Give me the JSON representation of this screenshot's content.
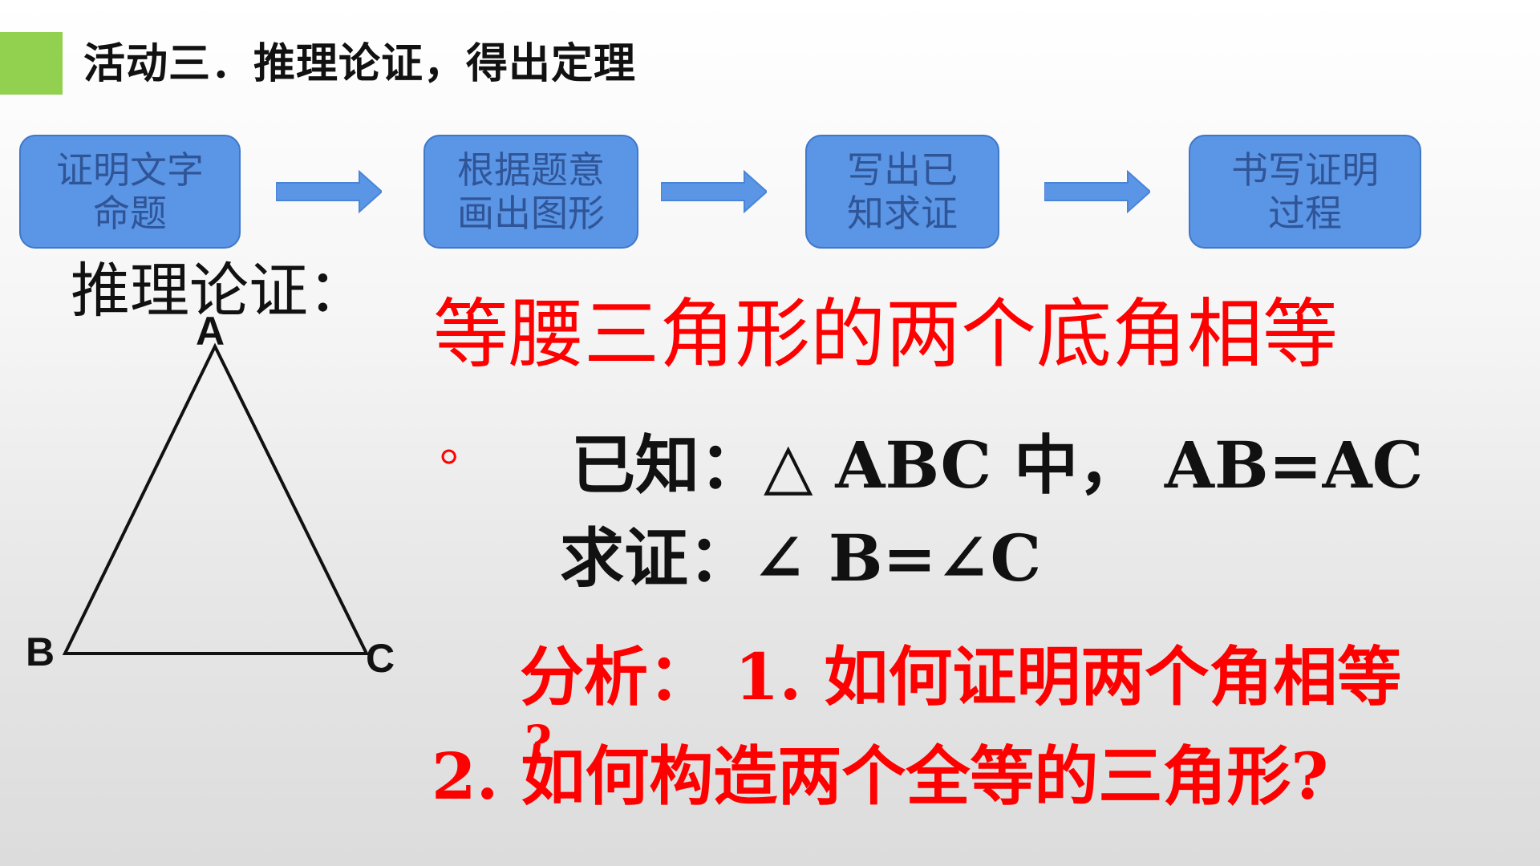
{
  "slide": {
    "title": "活动三．推理论证，得出定理"
  },
  "steps": [
    {
      "line1": "证明文字",
      "line2": "命题"
    },
    {
      "line1": "根据题意",
      "line2": "画出图形"
    },
    {
      "line1": "写出已",
      "line2": "知求证"
    },
    {
      "line1": "书写证明",
      "line2": "过程"
    }
  ],
  "section_label": "推理论证：",
  "triangle": {
    "vertex_top": "A",
    "vertex_left": "B",
    "vertex_right": "C"
  },
  "theorem": {
    "text": "等腰三角形的两个底角相等",
    "end_mark": "。"
  },
  "given": "已知：△ ABC 中，  AB=AC",
  "prove": "求证：∠ B=∠C",
  "analysis": {
    "line1": "分析：  1. 如何证明两个角相等",
    "line1_end": "?",
    "line2": "2. 如何构造两个全等的三角形?"
  },
  "colors": {
    "title_marker": "#92d050",
    "step_fill": "#5b95e6",
    "step_text": "#2f5597",
    "arrow_fill": "#5b95e6",
    "highlight_red": "#ff0000",
    "text_dark": "#111111"
  },
  "icons": {
    "flow_arrow": "right-arrow-icon"
  }
}
